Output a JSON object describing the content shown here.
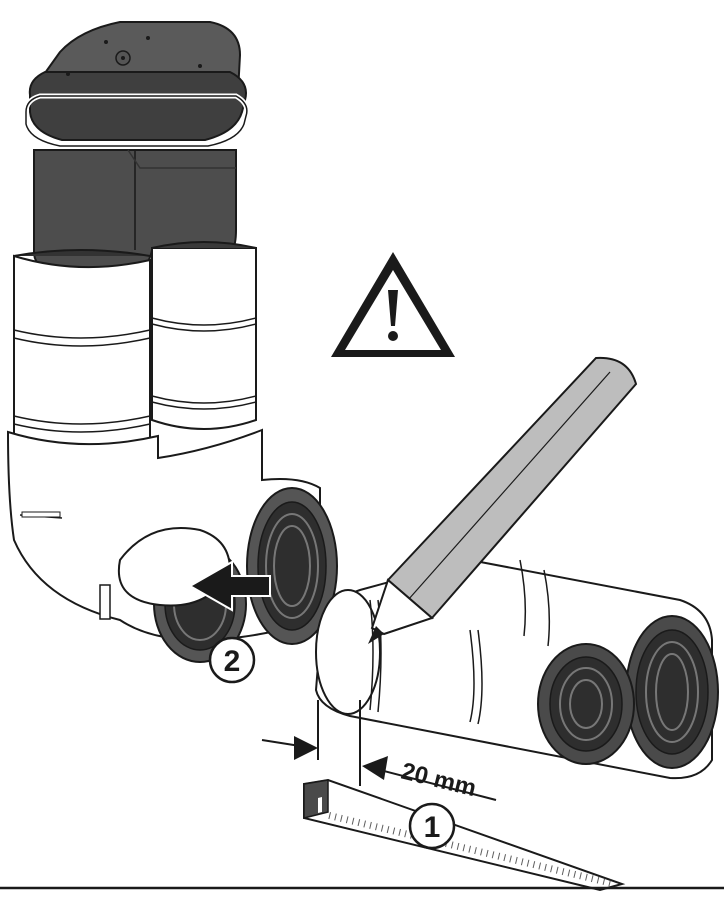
{
  "callouts": {
    "step_1": "1",
    "step_2": "2"
  },
  "dimension": {
    "label": "20 mm"
  },
  "icons": {
    "warning": "warning-triangle-icon",
    "pencil": "pencil-icon",
    "arrow": "insert-arrow-icon",
    "ruler": "ruler-icon"
  },
  "colors": {
    "line": "#1a1a1a",
    "dark_fill": "#4a4a4a",
    "mid_fill": "#6e6e6e",
    "pencil_fill": "#bdbdbd",
    "light_fill": "#ffffff"
  }
}
